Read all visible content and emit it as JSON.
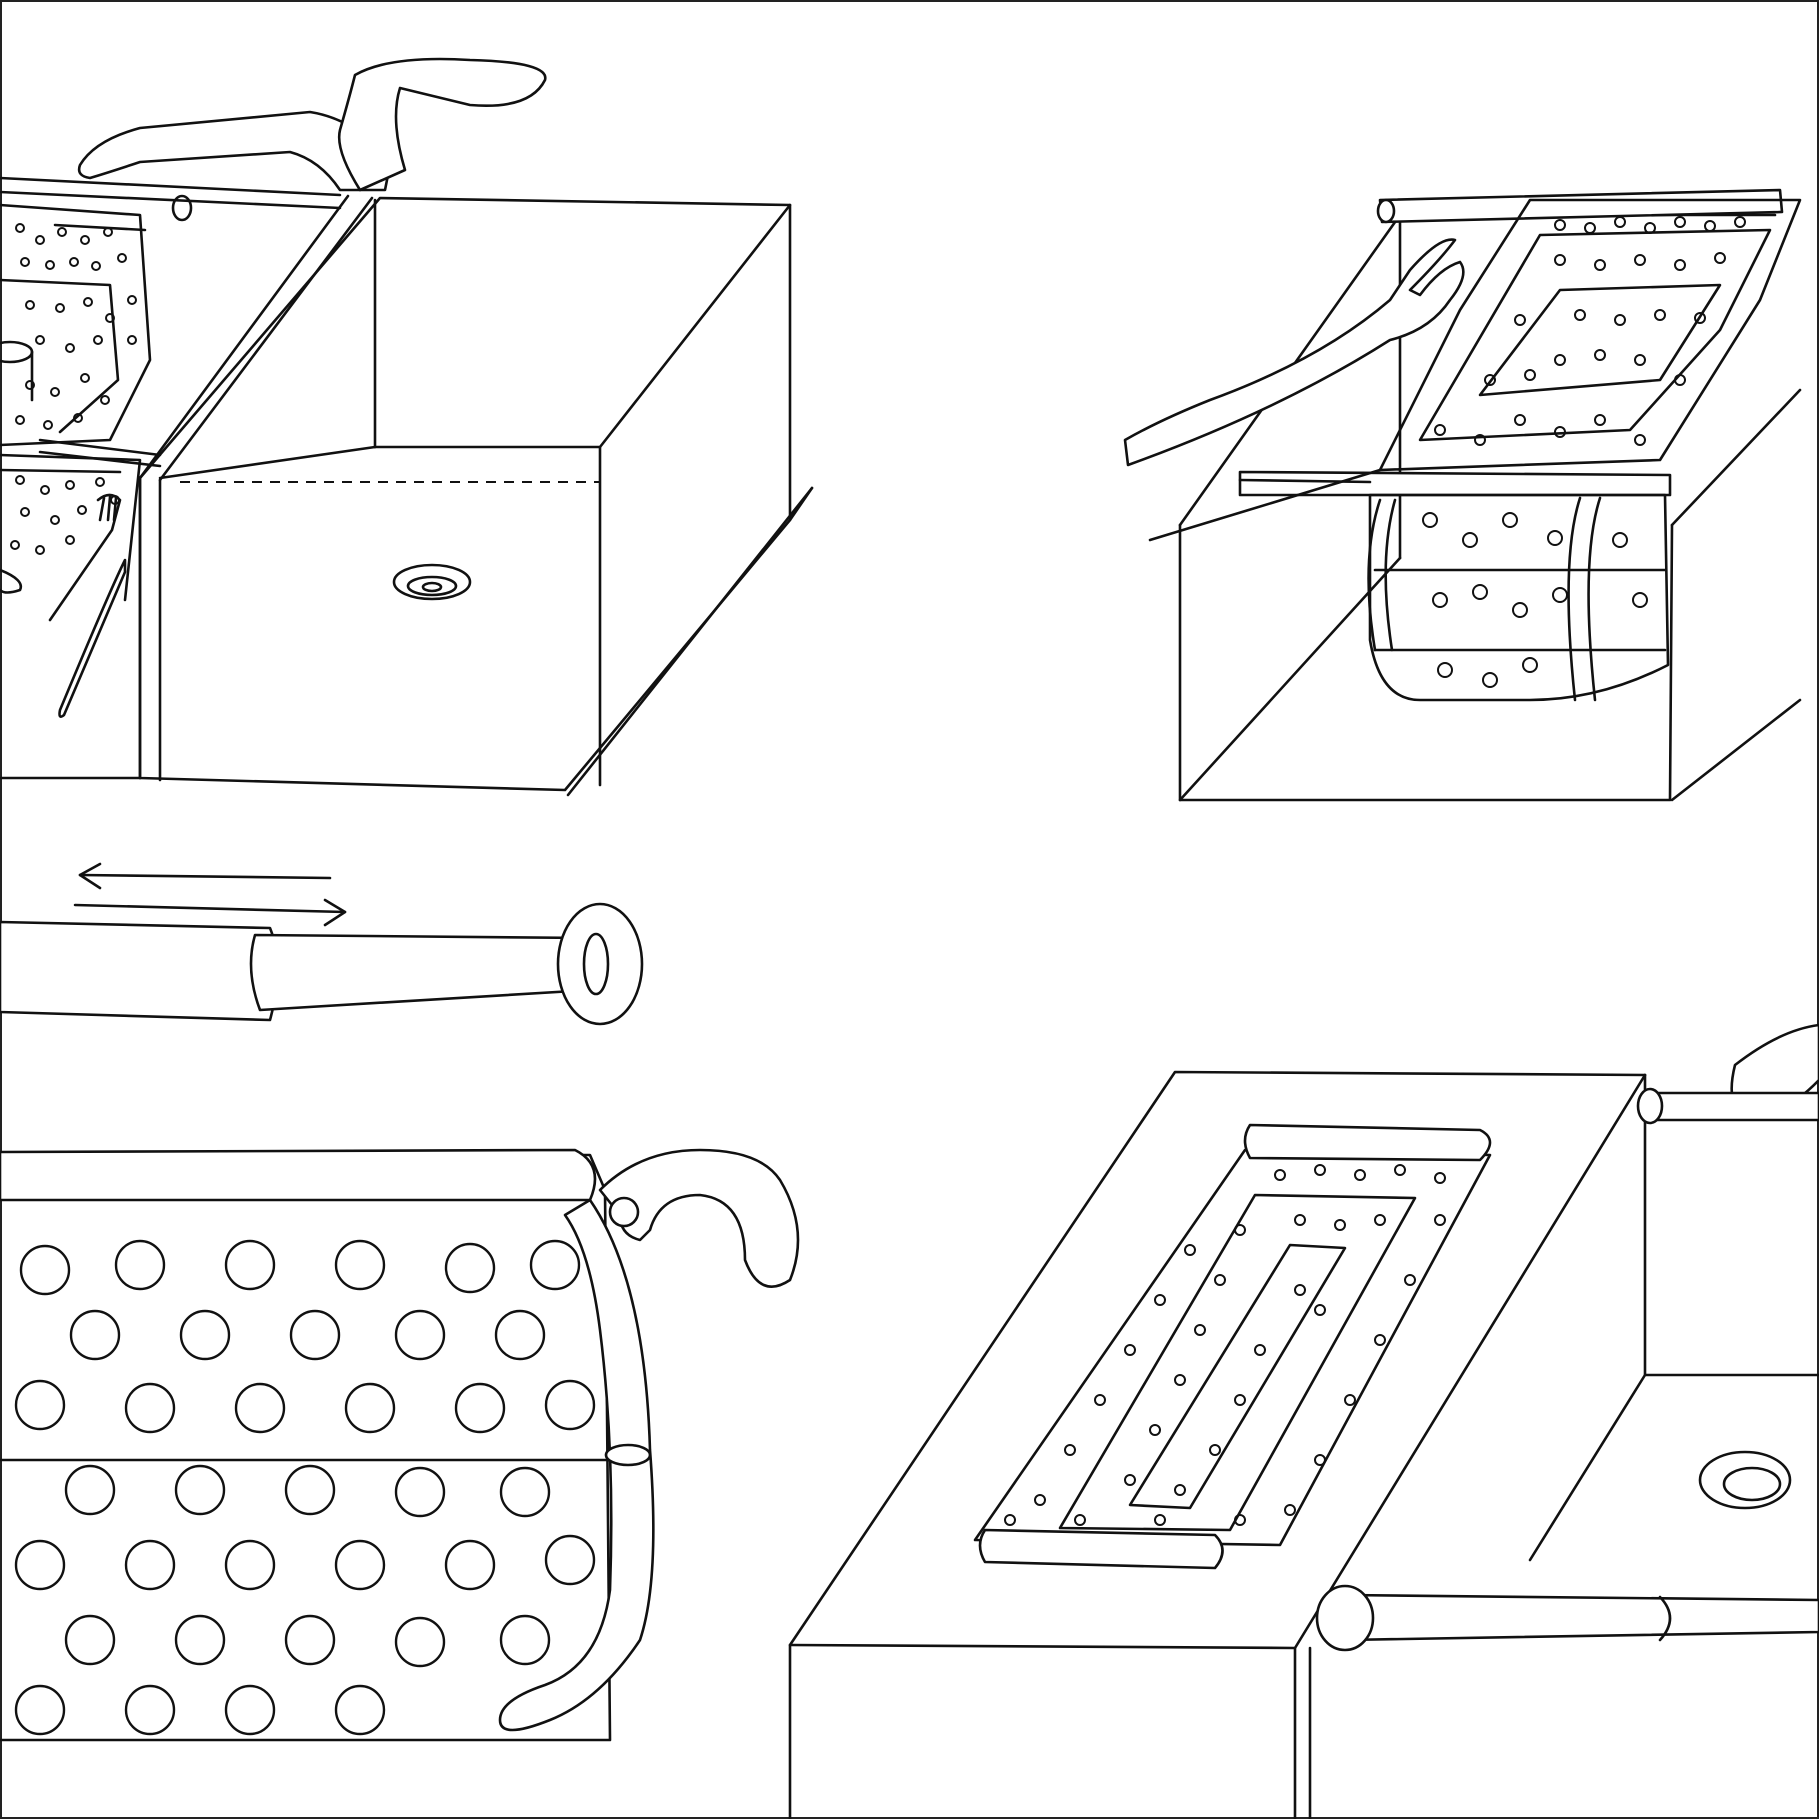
{
  "page": {
    "background": "#ffffff",
    "line_color": "#111111"
  },
  "panels": [
    {
      "name": "sink-with-dish-rack-and-faucet"
    },
    {
      "name": "hands-placing-rack-in-sink"
    },
    {
      "name": "telescopic-rod-detail"
    },
    {
      "name": "rack-fabric-closeup"
    },
    {
      "name": "rack-rolled-on-counter"
    }
  ]
}
